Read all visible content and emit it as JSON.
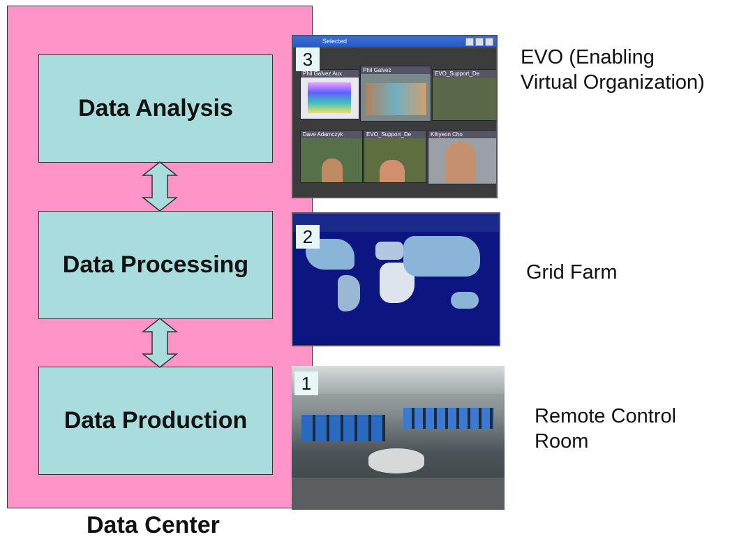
{
  "data_center": {
    "caption": "Data Center",
    "stages": [
      {
        "label": "Data Analysis"
      },
      {
        "label": "Data Processing"
      },
      {
        "label": "Data Production"
      }
    ]
  },
  "panels": [
    {
      "number": "3",
      "label_line1": "EVO (Enabling",
      "label_line2": "Virtual Organization)"
    },
    {
      "number": "2",
      "label_line1": "Grid Farm"
    },
    {
      "number": "1",
      "label_line1": "Remote Control",
      "label_line2": "Room"
    }
  ],
  "evo_window": {
    "title": "Selected",
    "tiles": [
      "Phil Galvez Aux",
      "Phil Galvez",
      "EVO_Support_De",
      "Dave Adamczyk",
      "EVO_Support_De",
      "Kihyeon Cho"
    ]
  },
  "colors": {
    "panel": "#ff94c8",
    "stage": "#a9dcdc",
    "arrow": "#a9dcdc"
  }
}
